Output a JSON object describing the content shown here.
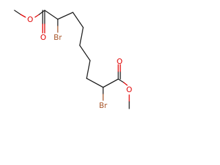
{
  "molecule": {
    "atom_labels": {
      "o_top_ketone": "O",
      "o_top_ether": "O",
      "br_top": "Br",
      "o_bottom_ketone": "O",
      "o_bottom_ether": "O",
      "br_bottom": "Br"
    },
    "colors": {
      "carbon_bond": "#1a1a1a",
      "oxygen": "#e00000",
      "bromine": "#a8562a"
    }
  }
}
